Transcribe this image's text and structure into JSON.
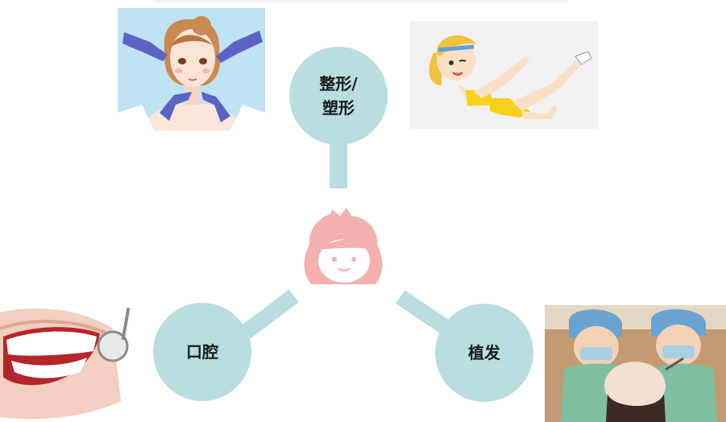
{
  "nodes": {
    "top": {
      "line1": "整形/",
      "line2": "塑形"
    },
    "left": {
      "label": "口腔"
    },
    "right": {
      "label": "植发"
    }
  },
  "center": {
    "icon": "girl-face-icon",
    "color": "#f3b0ae"
  },
  "colors": {
    "node_fill": "#b9dde0",
    "connector": "#b9dde0"
  },
  "illustrations": [
    "cosmetic-surgery-face-illustration",
    "fitness-girl-illustration",
    "smiling-teeth-illustration",
    "hair-transplant-doctors-illustration"
  ]
}
